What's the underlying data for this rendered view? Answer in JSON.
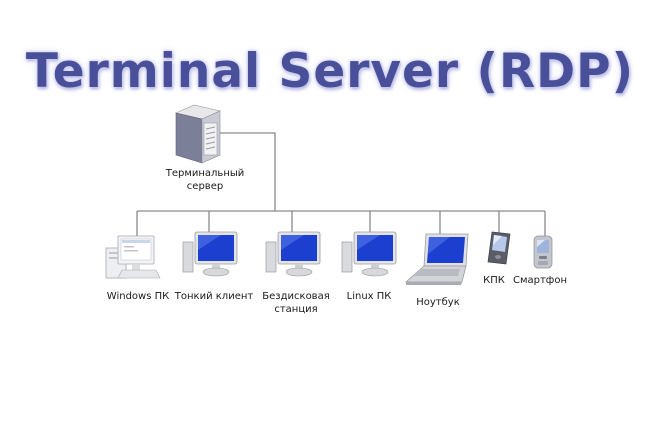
{
  "title": "Terminal Server (RDP)",
  "server": {
    "label_line1": "Терминальный",
    "label_line2": "сервер"
  },
  "clients": [
    {
      "label_line1": "Windows  ПК"
    },
    {
      "label_line1": "Тонкий клиент"
    },
    {
      "label_line1": "Бездисковая",
      "label_line2": "станция"
    },
    {
      "label_line1": "Linux ПК"
    },
    {
      "label_line1": "Ноутбук"
    },
    {
      "label_line1": "КПК"
    },
    {
      "label_line1": "Смартфон"
    }
  ],
  "colors": {
    "title": "#4a4f9a",
    "wire": "#8a8a8a",
    "screen_blue": "#1d3fd0",
    "device_silver": "#d9dadd"
  }
}
